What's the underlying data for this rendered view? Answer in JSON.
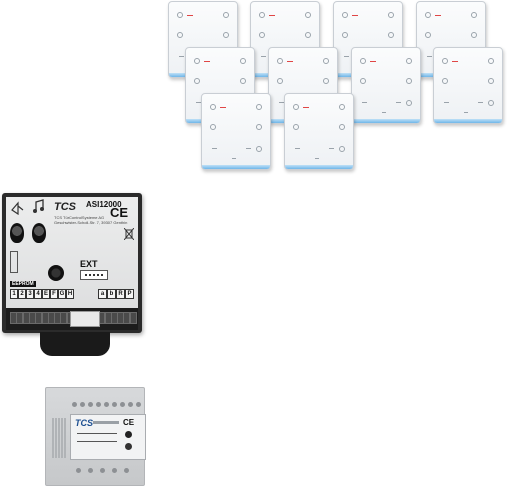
{
  "page": {
    "background": "#ffffff",
    "accent_red": "#e04646",
    "accent_blue": "#6fb6e8"
  },
  "indoor_panels": {
    "count": 10,
    "icons": [
      "microphone-icon",
      "bell-icon",
      "key-icon",
      "light-icon"
    ]
  },
  "asi_module": {
    "brand": "TCS",
    "model": "ASI12000",
    "ce_mark": "CE",
    "company_line1": "TCS TürControlSysteme AG",
    "company_line2": "Geschwister-Scholl-Str. 7, 39307 Genthin",
    "ext_label": "EXT",
    "eeprom_label": "EEPROM",
    "keys_left": [
      "1",
      "2",
      "3",
      "4",
      "E",
      "F",
      "G",
      "H"
    ],
    "keys_right": [
      "a",
      "b",
      "R",
      "P"
    ]
  },
  "din_module": {
    "brand": "TCS",
    "ce_mark": "CE"
  }
}
